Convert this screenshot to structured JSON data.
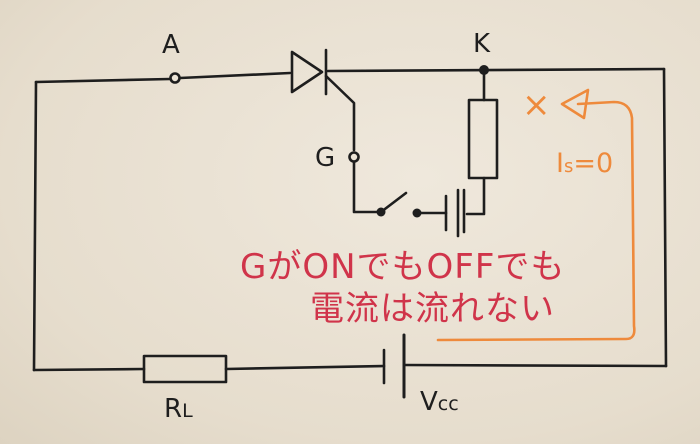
{
  "labels": {
    "anode": "A",
    "cathode": "K",
    "gate": "G",
    "load_main": "R",
    "load_sub": "L",
    "source_main": "V",
    "source_sub": "cc",
    "current_main": "I",
    "current_sub": "s",
    "current_value": "=0",
    "blocked_mark": "×"
  },
  "note": {
    "line1": "GがONでもOFFでも",
    "line2": "電流は流れない"
  },
  "colors": {
    "ink": "#1e1e1e",
    "note": "#d0344a",
    "current": "#ee8a3c",
    "paper": "#e9e1d3"
  }
}
